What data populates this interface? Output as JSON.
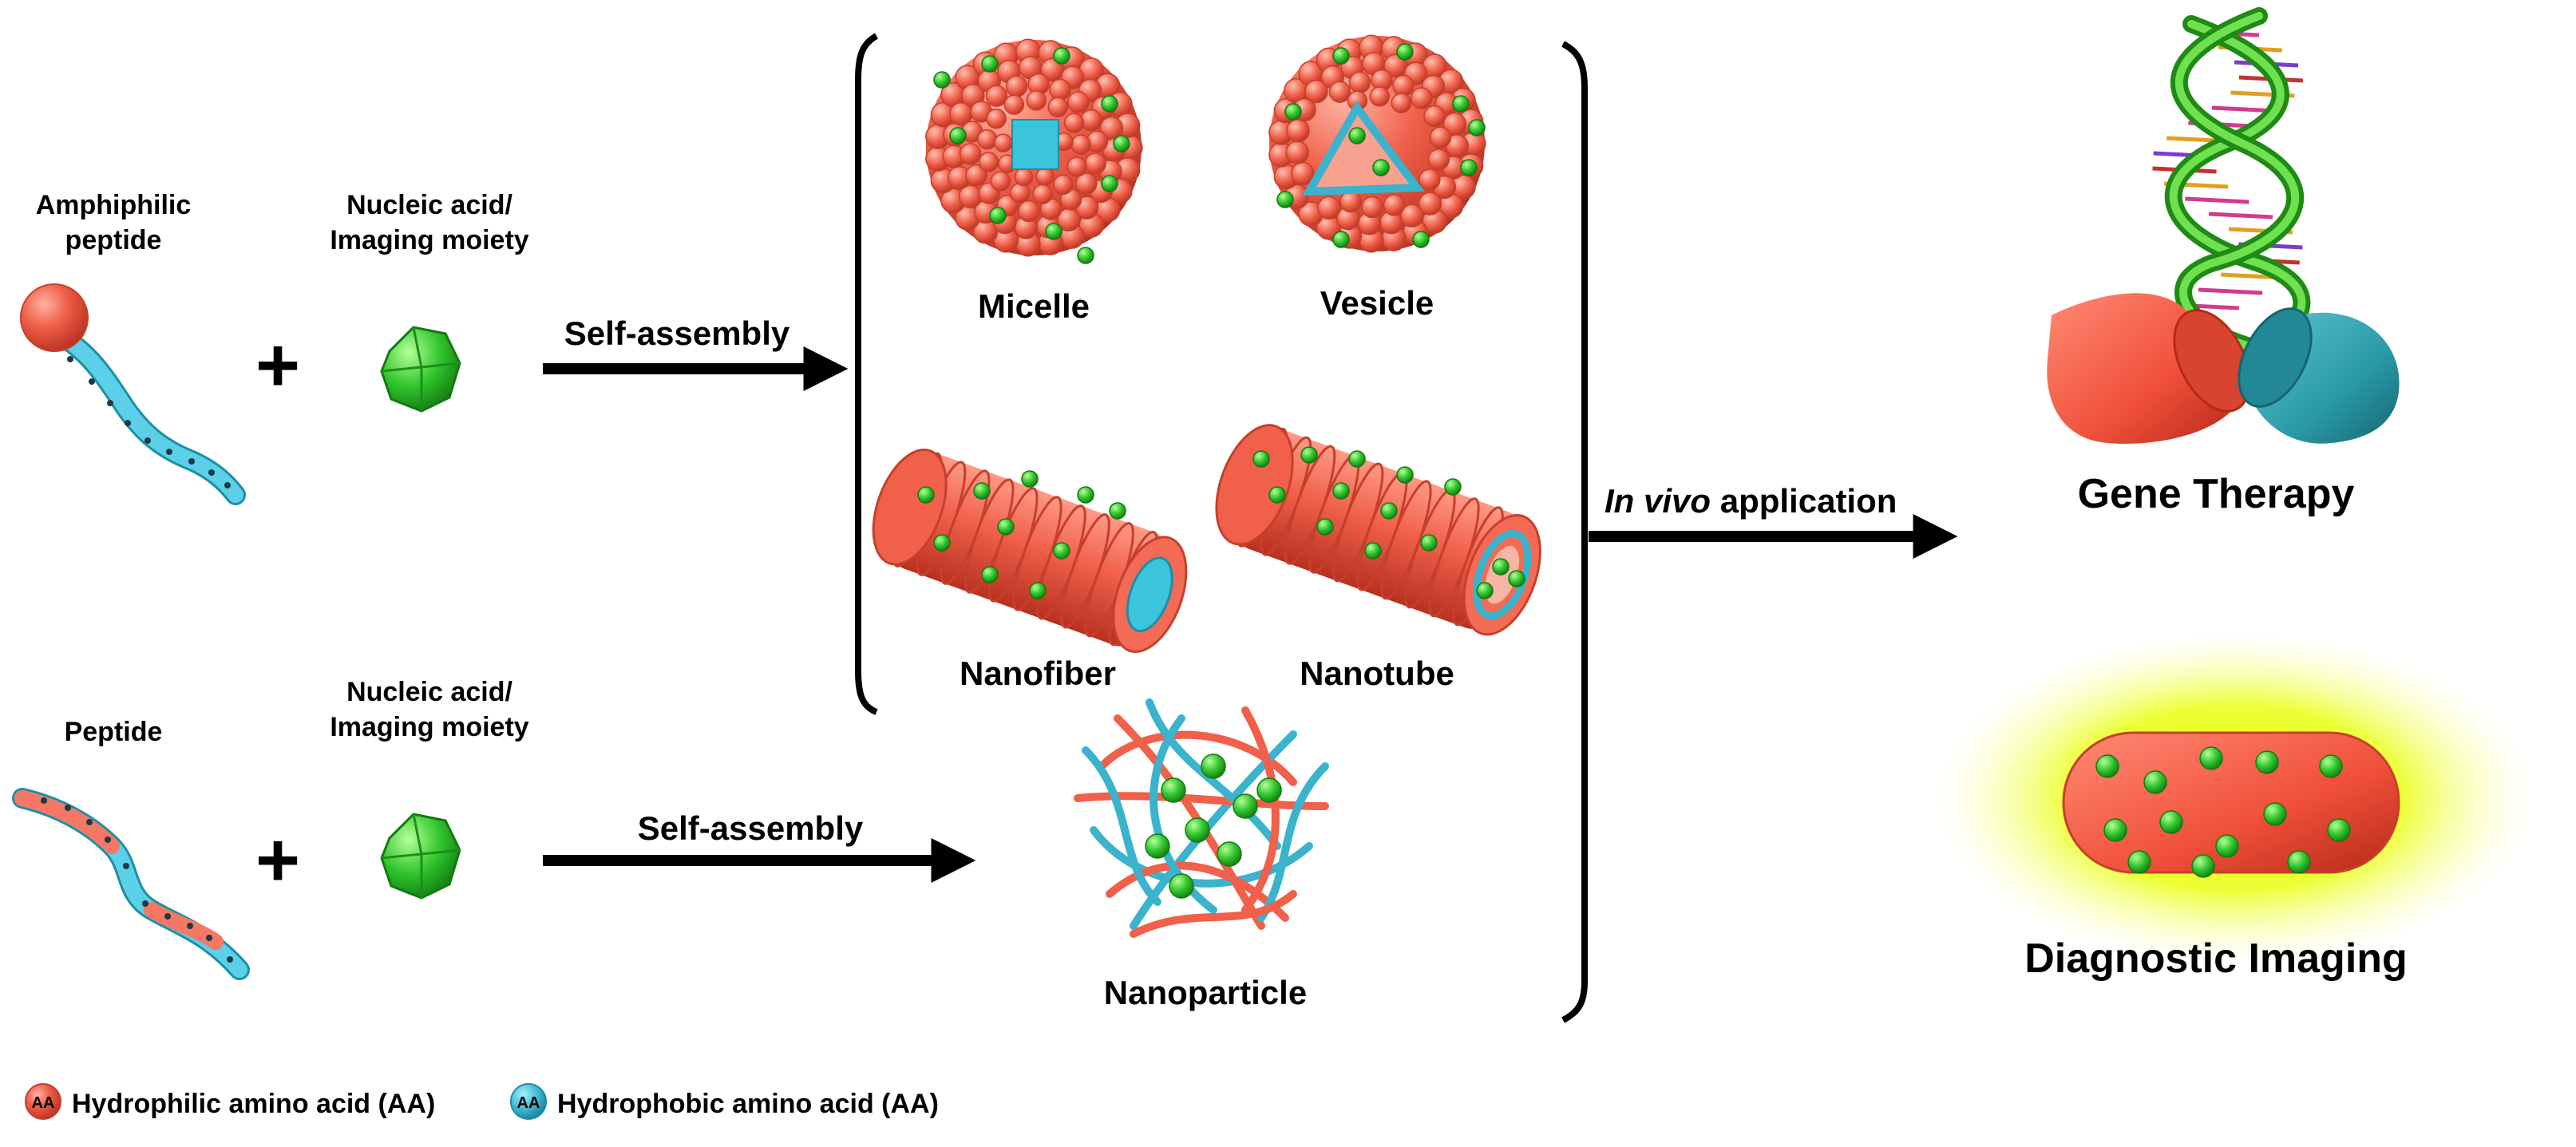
{
  "colors": {
    "hydrophilic": "#f0604a",
    "hydrophobic": "#3bb3cc",
    "cargo": "#2fc42b",
    "capsule_red": "#f0604a",
    "capsule_teal": "#2a9aa8",
    "glow": "#e8ff00"
  },
  "icons": [
    "plus-icon",
    "arrow-icon",
    "cargo-icon",
    "dna-helix-icon",
    "capsule-icon"
  ],
  "inputs": {
    "amphiphilic_label_1": "Amphiphilic",
    "amphiphilic_label_2": "peptide",
    "peptide_label": "Peptide",
    "cargo_label_1": "Nucleic acid/",
    "cargo_label_2": "Imaging moiety",
    "plus": "+"
  },
  "arrows": {
    "self_assembly": "Self-assembly",
    "in_vivo_italic": "In vivo",
    "in_vivo_rest": " application"
  },
  "structures": {
    "micelle": "Micelle",
    "vesicle": "Vesicle",
    "nanofiber": "Nanofiber",
    "nanotube": "Nanotube",
    "nanoparticle": "Nanoparticle"
  },
  "applications": {
    "gene_therapy": "Gene Therapy",
    "diagnostic_imaging": "Diagnostic Imaging"
  },
  "legend": {
    "badge": "AA",
    "hydrophilic": "Hydrophilic amino acid (AA)",
    "hydrophobic": "Hydrophobic amino acid (AA)"
  }
}
